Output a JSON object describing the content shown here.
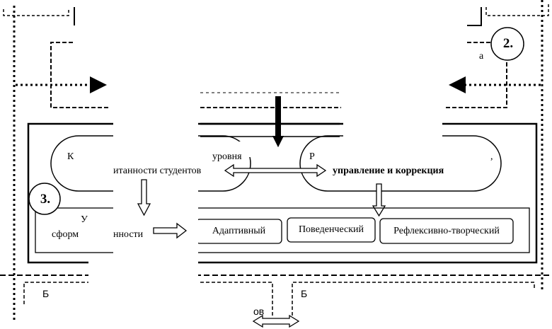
{
  "diagram": {
    "badges": {
      "two": "2.",
      "three": "3."
    },
    "left_oval": {
      "line1_visible_start": "К",
      "line1_visible_end": "уровня",
      "line2_visible": "итанности студентов"
    },
    "right_oval": {
      "line1_visible_start": "Р",
      "line1_visible_end": ",",
      "line2_visible": "управление и коррекция"
    },
    "levels_box": {
      "line1_visible": "У",
      "line2_visible_start": "сформ",
      "line2_visible_end": "нности"
    },
    "level_items": [
      {
        "label": "Адаптивный"
      },
      {
        "label": "Поведенческий"
      },
      {
        "label": "Рефлексивно-творческий"
      }
    ],
    "bottom_left_box": {
      "visible_start": "Б"
    },
    "bottom_right_box": {
      "visible_start": "Б"
    },
    "bottom_fragment": "ов",
    "top_right_fragment": "а"
  }
}
